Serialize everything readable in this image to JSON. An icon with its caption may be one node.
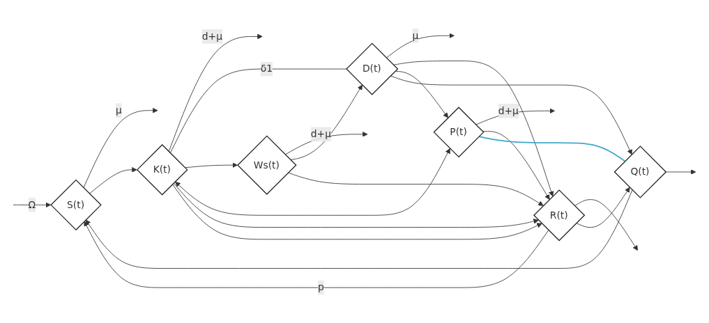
{
  "diagram": {
    "nodes": [
      {
        "text": [
          "S(t)"
        ]
      },
      {
        "text": [
          "K(t)"
        ]
      },
      {
        "text": [
          "Ws(t)"
        ]
      },
      {
        "text": [
          "D(t)"
        ]
      },
      {
        "text": [
          "P(t)"
        ]
      },
      {
        "text": [
          "R(t)"
        ]
      },
      {
        "text": [
          "Q(t)"
        ]
      }
    ],
    "edges": [
      {
        "from": null,
        "to": 0,
        "arrow": "to",
        "label": "Ω"
      },
      {
        "from": 0,
        "to": null,
        "arrow": "to",
        "label": "μ"
      },
      {
        "from": 0,
        "to": 1,
        "arrow": "to"
      },
      {
        "from": 1,
        "to": null,
        "arrow": "to",
        "label": "d+μ"
      },
      {
        "from": 1,
        "to": 3,
        "arrow": "none",
        "label": "δ1"
      },
      {
        "from": 1,
        "to": 2,
        "arrow": "to"
      },
      {
        "from": 2,
        "to": null,
        "arrow": "to",
        "label": "d+μ"
      },
      {
        "from": 2,
        "to": 3,
        "arrow": "to"
      },
      {
        "from": 3,
        "to": null,
        "arrow": "to",
        "label": "μ"
      },
      {
        "from": 1,
        "to": 4,
        "arrow": "both"
      },
      {
        "from": 1,
        "to": 5,
        "arrow": "to"
      },
      {
        "from": 1,
        "to": 5,
        "arrow": "to"
      },
      {
        "from": 2,
        "to": 5,
        "arrow": "to"
      },
      {
        "from": 3,
        "to": 5,
        "arrow": "to"
      },
      {
        "from": 3,
        "to": 4,
        "arrow": "to"
      },
      {
        "from": 3,
        "to": 6,
        "arrow": "to"
      },
      {
        "from": 4,
        "to": null,
        "arrow": "to",
        "label": "d+μ"
      },
      {
        "from": 4,
        "to": 5,
        "arrow": "to"
      },
      {
        "from": 5,
        "to": null,
        "arrow": "to"
      },
      {
        "from": 5,
        "to": 6,
        "arrow": "to"
      },
      {
        "from": 6,
        "to": null,
        "arrow": "to"
      },
      {
        "from": 5,
        "to": 0,
        "arrow": "to",
        "label": "p"
      },
      {
        "from": 4,
        "to": 6,
        "arrow": "none",
        "color": "#3ea8c8"
      },
      {
        "from": 6,
        "to": 0,
        "arrow": "to"
      }
    ]
  }
}
